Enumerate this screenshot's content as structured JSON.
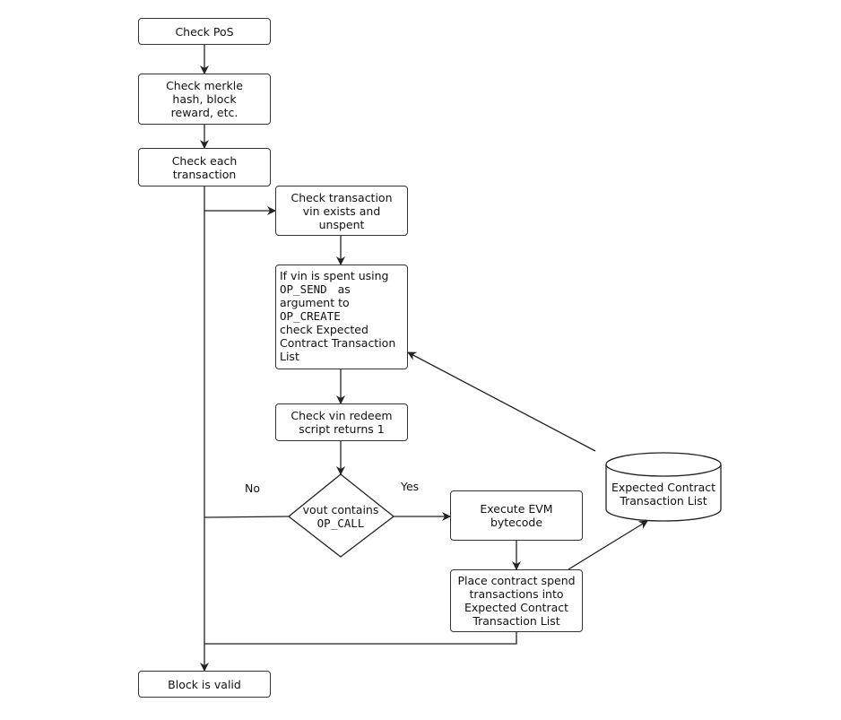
{
  "nodes": {
    "check_pos": "Check PoS",
    "check_merkle": "Check merkle hash, block reward, etc.",
    "check_each_tx": "Check each transaction",
    "check_vin_exists": "Check transaction vin exists and unspent",
    "vin_spent": {
      "line1": "If vin is spent using",
      "op_send": "OP_SEND",
      "as": "as",
      "line3": "argument to",
      "op_create": "OP_CREATE",
      "line5": "check Expected",
      "line6": "Contract Transaction",
      "line7": "List"
    },
    "check_redeem": "Check vin redeem script returns 1",
    "decision": {
      "line1": "vout contains",
      "op_call": "OP_CALL"
    },
    "execute_evm": "Execute EVM bytecode",
    "place_contract": "Place contract spend transactions into Expected Contract Transaction List",
    "expected_list_db": "Expected Contract Transaction List",
    "block_valid": "Block is valid"
  },
  "edge_labels": {
    "no": "No",
    "yes": "Yes"
  }
}
